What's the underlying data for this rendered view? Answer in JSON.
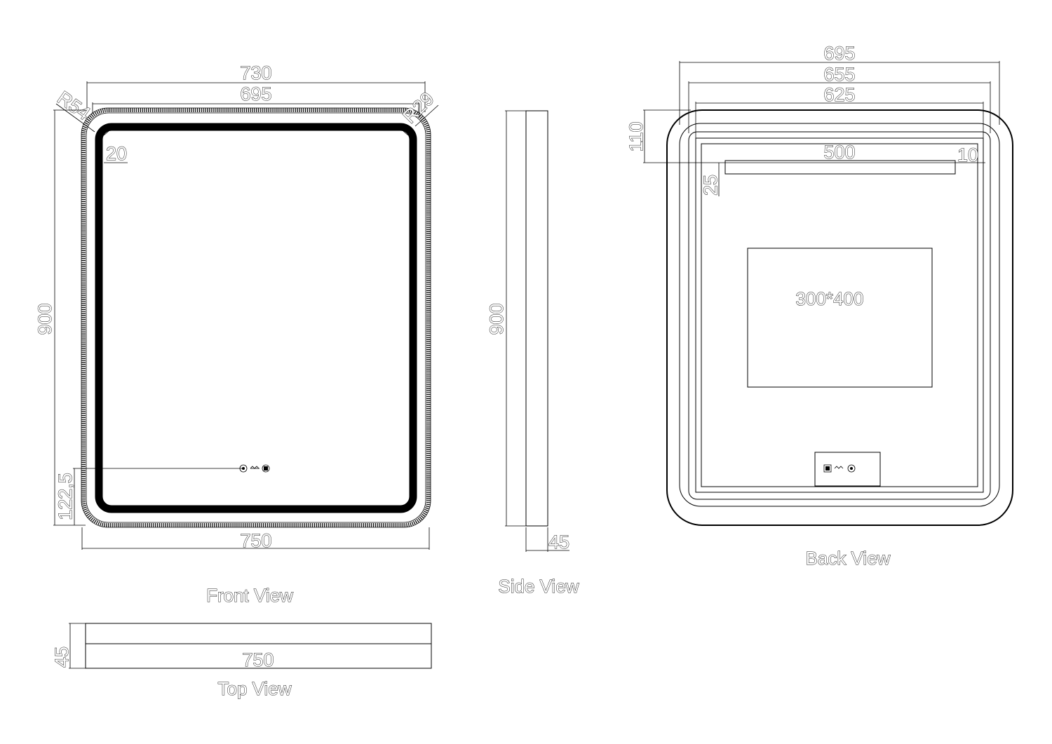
{
  "front_view": {
    "label": "Front View",
    "dims": {
      "overall_top": "730",
      "inner_top": "695",
      "corner_left": "R54",
      "corner_right": "R29",
      "inset": "20",
      "height": "900",
      "switch_offset": "122,5",
      "width": "750"
    }
  },
  "side_view": {
    "label": "Side View",
    "dims": {
      "height": "900",
      "depth": "45"
    }
  },
  "top_view": {
    "label": "Top View",
    "dims": {
      "depth": "45",
      "width": "750"
    }
  },
  "back_view": {
    "label": "Back View",
    "dims": {
      "outer": "695",
      "middle": "655",
      "inner": "625",
      "top_offset": "110",
      "bar_length": "500",
      "bar_gap": "10",
      "bar_drop": "25",
      "panel_size": "300*400"
    }
  }
}
